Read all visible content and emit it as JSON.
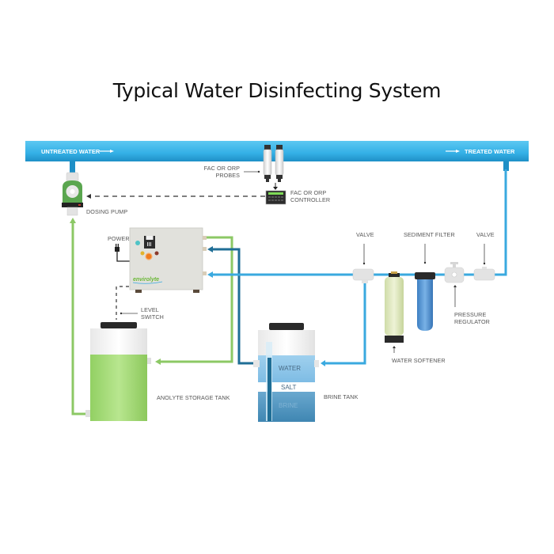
{
  "title": "Typical Water Disinfecting System",
  "main_pipe": {
    "inlet_label": "UNTREATED WATER",
    "outlet_label": "TREATED WATER",
    "color": "#3ab3e6"
  },
  "components": {
    "probes": {
      "label_line1": "FAC OR ORP",
      "label_line2": "PROBES"
    },
    "controller": {
      "label_line1": "FAC OR ORP",
      "label_line2": "CONTROLLER",
      "display_color": "#7ed957"
    },
    "dosing_pump": {
      "label": "DOSING PUMP",
      "color": "#5aa64f"
    },
    "power": {
      "label": "POWER"
    },
    "generator": {
      "brand": "envirolyte",
      "brand_suffix": "®"
    },
    "level_switch": {
      "label_line1": "LEVEL",
      "label_line2": "SWITCH"
    },
    "anolyte_tank": {
      "label": "ANOLYTE STORAGE TANK",
      "liquid_color": "#9ed76b"
    },
    "brine_tank": {
      "label": "BRINE TANK",
      "layers": [
        {
          "label": "WATER"
        },
        {
          "label": "SALT"
        },
        {
          "label": "BRINE"
        }
      ]
    },
    "valve_left": {
      "label": "VALVE"
    },
    "sediment_filter": {
      "label": "SEDIMENT FILTER",
      "color": "#4b8fd0"
    },
    "pressure_regulator": {
      "label_line1": "PRESSURE",
      "label_line2": "REGULATOR"
    },
    "valve_right": {
      "label": "VALVE"
    },
    "water_softener": {
      "label": "WATER SOFTENER"
    }
  },
  "colors": {
    "water_line": "#3aa9df",
    "anolyte_line": "#8cc865",
    "brine_line": "#1f6e96",
    "control_line": "#333333"
  }
}
